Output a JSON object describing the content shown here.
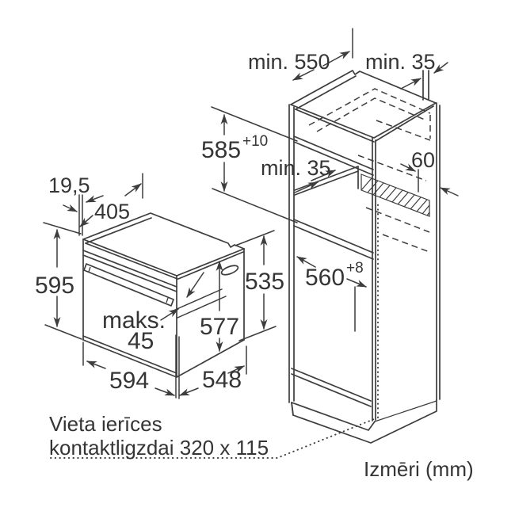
{
  "diagram": {
    "title_caption": "Izmēri (mm)",
    "colors": {
      "line": "#3d3d3d",
      "text": "#353535",
      "background": "#ffffff"
    },
    "labels": {
      "cabinet_top_depth": "min. 550",
      "wall_gap_top": "min. 35",
      "niche_height": {
        "base": "585",
        "sup": "+10"
      },
      "rear_gap_mid": "min. 35",
      "vent_depth": "60",
      "front_overhang": "19,5",
      "top_depth": "405",
      "oven_height": "595",
      "oven_rear_height": "535",
      "oven_body_height": "577",
      "door_protrusion_word": "maks.",
      "door_protrusion_value": "45",
      "oven_width": "594",
      "oven_depth": "548",
      "niche_depth": {
        "base": "560",
        "sup": "+8"
      },
      "socket_note_line1": "Vieta ierīces",
      "socket_note_line2": "kontaktligzdai 320 x 115"
    }
  }
}
